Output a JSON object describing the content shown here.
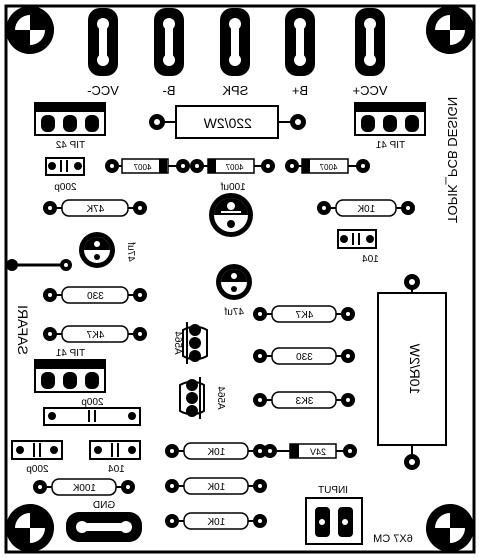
{
  "board": {
    "title": "TOPIK_PCB DESIGN",
    "author": "SAFARI",
    "size": "6X7 CM"
  },
  "connectors": {
    "vcc_neg": "VCC-",
    "b_neg": "B-",
    "spk": "SPK",
    "b_pos": "B+",
    "vcc_pos": "VCC+",
    "input": "INPUT",
    "gnd": "GND"
  },
  "transistors": {
    "q_left_top": "TIP 42",
    "q_right_top": "TIP 41",
    "q_left_mid": "TIP 41",
    "q_a564_top": "A564",
    "q_a564_bottom": "A564"
  },
  "resistors": {
    "big_top": "220/2W",
    "big_right": "10R/2W",
    "r_47k": "47K",
    "r_10k_top": "10K",
    "r_330_left": "330",
    "r_4k7_left": "4K7",
    "r_4k7_right": "4K7",
    "r_330_right": "330",
    "r_3k3": "3K3",
    "r_10k_b1": "10K",
    "r_10k_b2": "10K",
    "r_10k_b3": "10K",
    "r_100k": "100K"
  },
  "capacitors": {
    "c_200p_top": "200p",
    "c_100uf": "100uf",
    "c_47u_left": "47uf",
    "c_104_right": "104",
    "c_47u_mid": "47uf",
    "c_200p_mid": "200p",
    "c_200p_bottom": "200p",
    "c_104_bottom": "104"
  },
  "diodes": {
    "d1": "4007",
    "d2": "4007",
    "d3": "4007",
    "zener": "24V"
  }
}
